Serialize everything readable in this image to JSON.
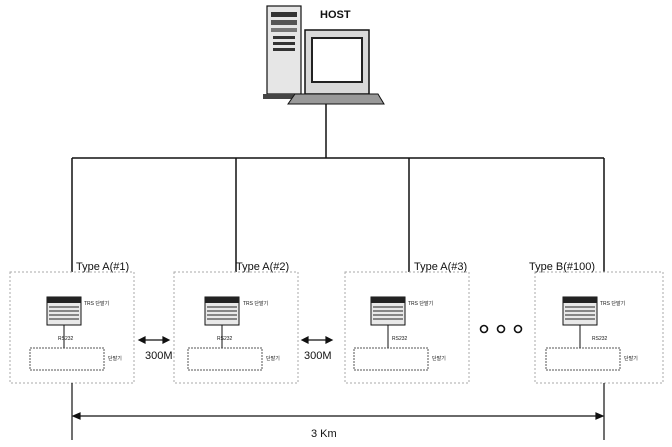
{
  "host": {
    "label": "HOST"
  },
  "nodes": [
    {
      "type_label": "Type A(#1)",
      "trs_label": "TRS 단말기",
      "rs_label": "RS232",
      "device_label": "단말기"
    },
    {
      "type_label": "Type A(#2)",
      "trs_label": "TRS 단말기",
      "rs_label": "RS232",
      "device_label": "단말기"
    },
    {
      "type_label": "Type A(#3)",
      "trs_label": "TRS 단말기",
      "rs_label": "RS232",
      "device_label": "단말기"
    },
    {
      "type_label": "Type B(#100)",
      "trs_label": "TRS 단말기",
      "rs_label": "RS232",
      "device_label": "단말기"
    }
  ],
  "distances": {
    "segment_1": "300M",
    "segment_2": "300M",
    "total": "3 Km"
  },
  "ellipsis": "o o o"
}
